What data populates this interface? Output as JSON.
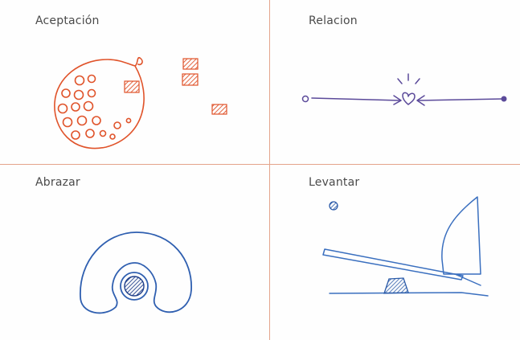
{
  "panels": [
    {
      "label": "Aceptación"
    },
    {
      "label": "Relacion"
    },
    {
      "label": "Abrazar"
    },
    {
      "label": "Levantar"
    }
  ],
  "colors": {
    "grid_line": "#e4a48c",
    "acceptance": "#e0532a",
    "relation": "#5b4a9a",
    "embrace": "#2f5fb0",
    "lift": "#3a6fbf"
  }
}
